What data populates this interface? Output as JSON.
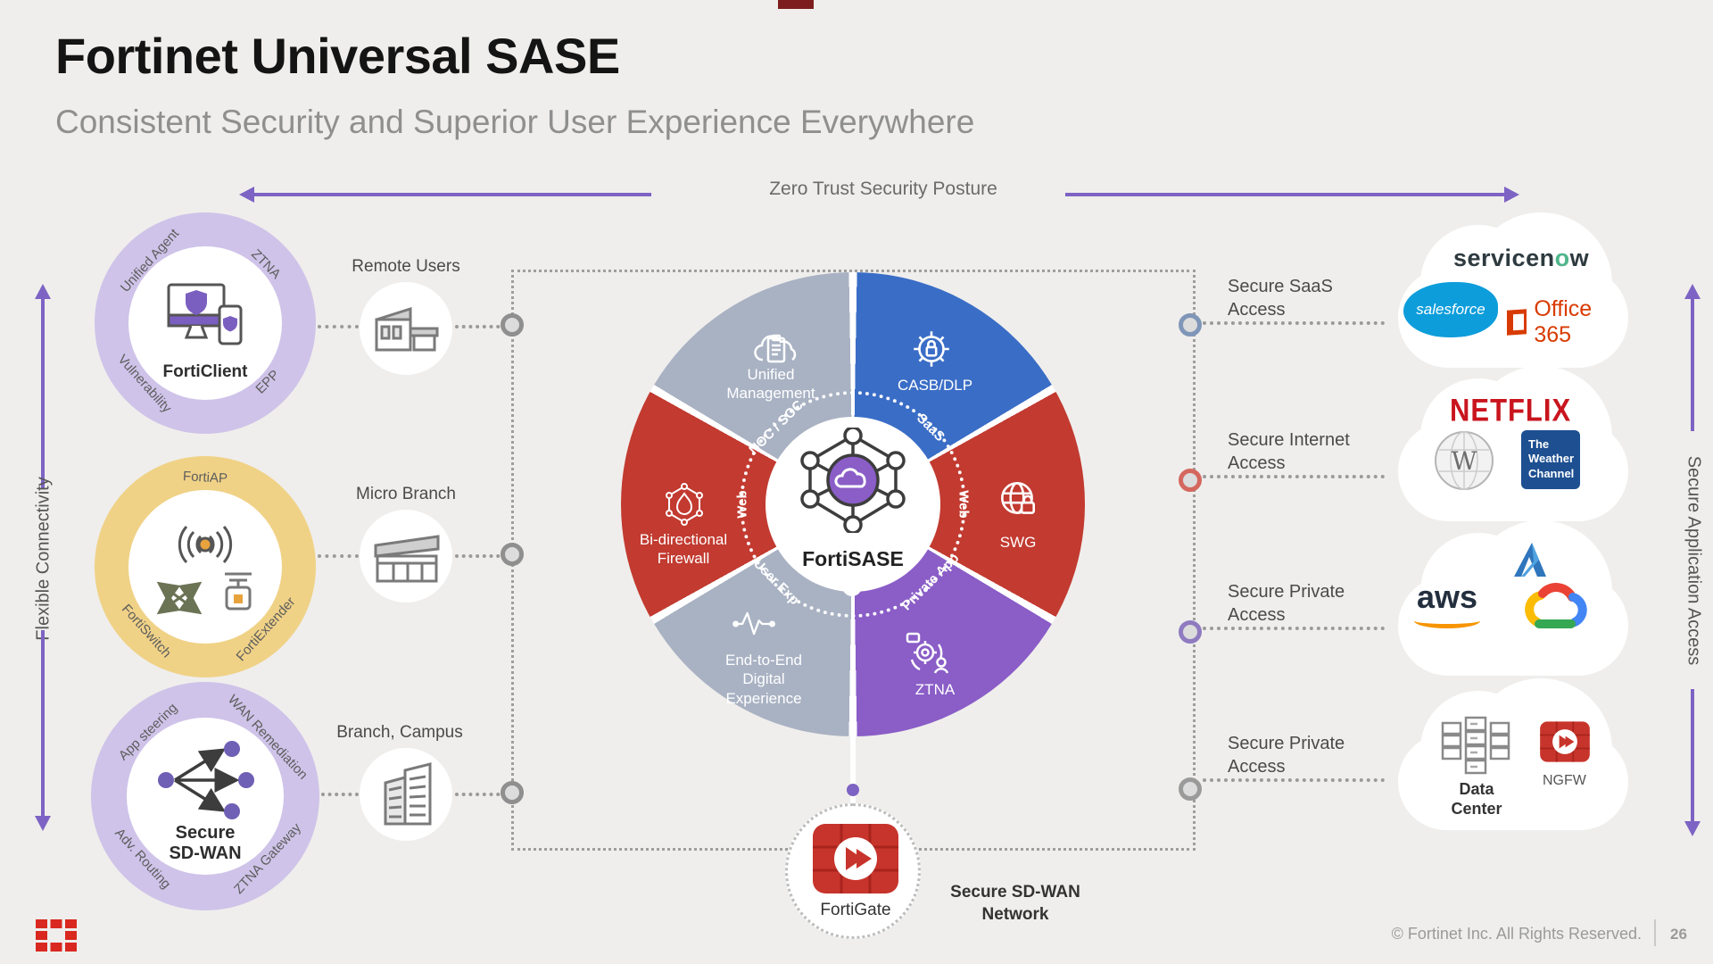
{
  "header": {
    "title": "Fortinet Universal SASE",
    "subtitle": "Consistent Security and Superior User Experience Everywhere"
  },
  "banners": {
    "top": "Zero Trust Security Posture",
    "left": "Flexible Connectivity",
    "right": "Secure Application Access",
    "arrow_color": "#7d63c4"
  },
  "edge_stacks": {
    "forticlient": {
      "center": "FortiClient",
      "top_left": "Unified Agent",
      "top_right": "ZTNA",
      "bottom_left": "Vulnerability",
      "bottom_right": "EPP",
      "ring_color": "#cfc3e9"
    },
    "lan_edge": {
      "top": "FortiAP",
      "bottom_left": "FortiSwitch",
      "bottom_right": "FortiExtender",
      "ring_color": "#f0d287"
    },
    "sdwan": {
      "center": "Secure SD-WAN",
      "top_left": "App steering",
      "top_right": "WAN Remediation",
      "bottom_left": "Adv. Routing",
      "bottom_right": "ZTNA Gateway",
      "ring_color": "#cfc3e9"
    }
  },
  "sites": [
    {
      "label": "Remote Users"
    },
    {
      "label": "Micro Branch"
    },
    {
      "label": "Branch, Campus"
    }
  ],
  "wheel": {
    "center": "FortiSASE",
    "segments": [
      {
        "label": "CASB/DLP",
        "ring": "SaaS",
        "color": "#3a6dc6"
      },
      {
        "label": "SWG",
        "ring": "Web",
        "color": "#c23a30"
      },
      {
        "label": "ZTNA",
        "ring": "Private App",
        "color": "#8a5dc7"
      },
      {
        "label": "End-to-End Digital Experience",
        "ring": "User Exp",
        "color": "#a9b2c3"
      },
      {
        "label": "Bi-directional Firewall",
        "ring": "Web",
        "color": "#c23a30"
      },
      {
        "label": "Unified Management",
        "ring": "NOC / SOC",
        "color": "#a9b2c3"
      }
    ]
  },
  "gateway": {
    "label": "FortiGate",
    "caption": "Secure SD-WAN Network",
    "icon_color": "#c7342b"
  },
  "access": [
    {
      "label": "Secure SaaS Access",
      "dot_color": "#7f96b8",
      "logos": {
        "servicenow_pre": "servicen",
        "servicenow_o": "o",
        "servicenow_post": "w",
        "salesforce": "salesforce",
        "office": "Office 365"
      }
    },
    {
      "label": "Secure Internet Access",
      "dot_color": "#d4675e",
      "logos": {
        "netflix": "NETFLIX",
        "wikipedia_letter": "W",
        "weather": [
          "The",
          "Weather",
          "Channel"
        ]
      }
    },
    {
      "label": "Secure Private Access",
      "dot_color": "#8f7bc0",
      "logos": {
        "aws": "aws",
        "azure_letter": "A"
      }
    },
    {
      "label": "Secure Private Access",
      "dot_color": "#9a9a9a",
      "logos": {
        "datacenter": "Data Center",
        "ngfw": "NGFW"
      }
    }
  ],
  "footer": {
    "copyright": "© Fortinet Inc. All Rights Reserved.",
    "page": "26"
  }
}
